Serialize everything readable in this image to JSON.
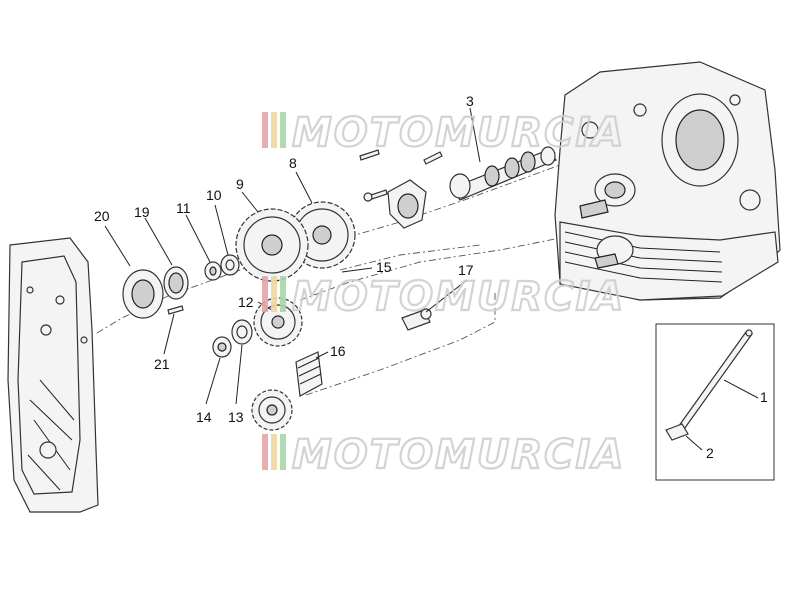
{
  "watermark": {
    "text": "MOTOMURCIA",
    "stripe_colors": [
      "#e4a6a6",
      "#ecd9a0",
      "#a8d6a8"
    ]
  },
  "callouts": {
    "c1": "1",
    "c2": "2",
    "c3": "3",
    "c8": "8",
    "c9": "9",
    "c10": "10",
    "c11": "11",
    "c12": "12",
    "c13": "13",
    "c14": "14",
    "c15": "15",
    "c16": "16",
    "c17": "17",
    "c19": "19",
    "c20": "20",
    "c21": "21"
  }
}
